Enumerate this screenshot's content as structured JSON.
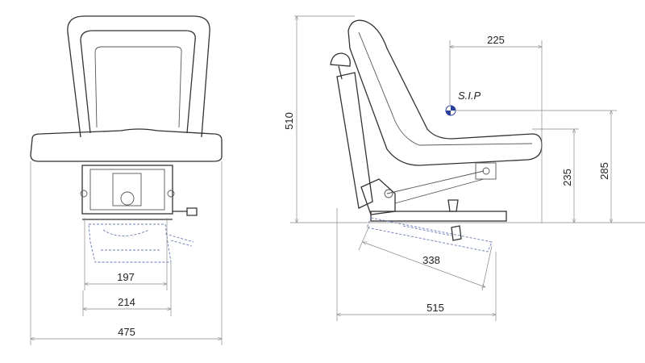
{
  "front_view": {
    "dimensions": {
      "inner_width": "197",
      "mount_width": "214",
      "overall_width": "475"
    }
  },
  "side_view": {
    "dimensions": {
      "overall_height": "510",
      "overall_depth": "515",
      "adjustment_travel": "338",
      "sip_to_front": "225",
      "seat_height": "235",
      "sip_height": "285"
    },
    "sip_label": "S.I.P"
  },
  "colors": {
    "outline": "#333333",
    "dimension": "#888888",
    "suspension_dashed": "#6a7bb8",
    "sip_marker": "#2b3f9e"
  }
}
